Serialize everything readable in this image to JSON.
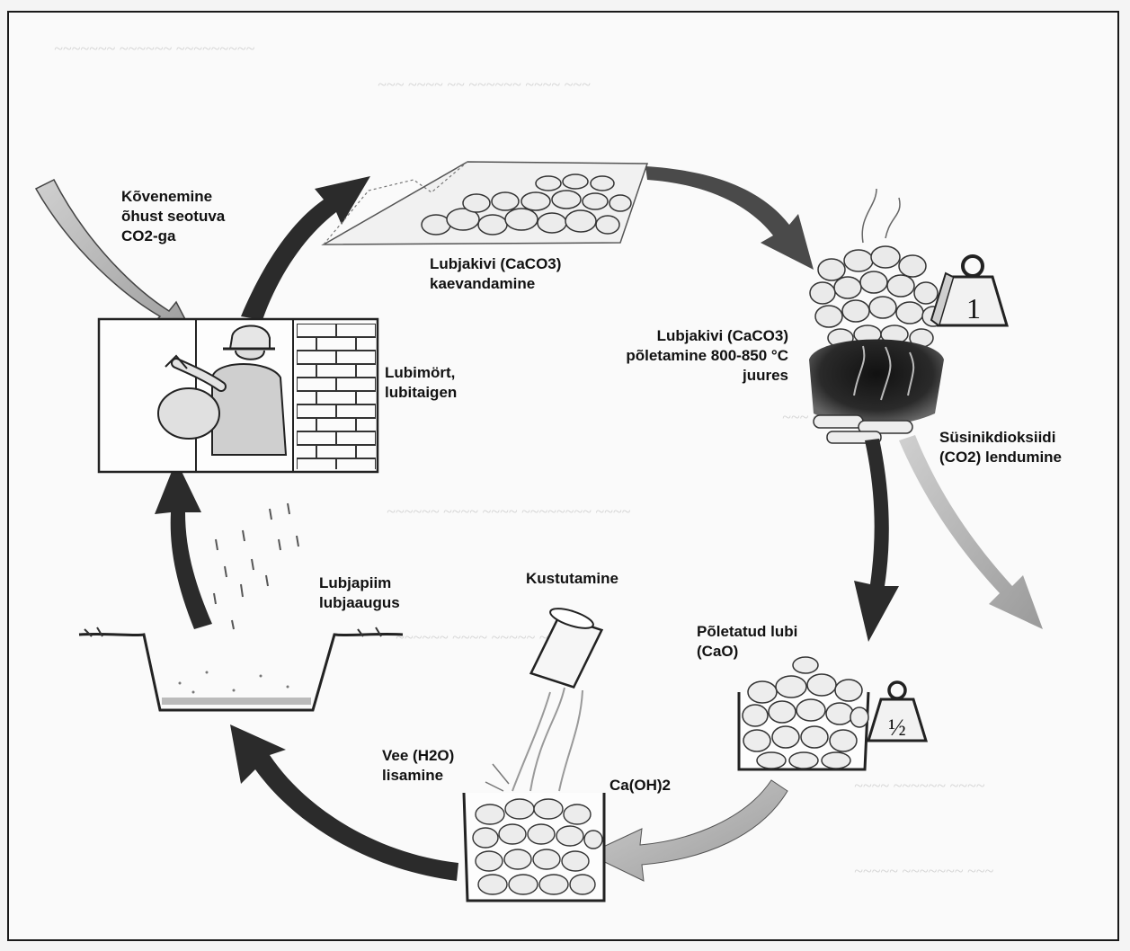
{
  "diagram": {
    "labels": {
      "hardening": [
        "Kõvenemine",
        "õhust seotuva",
        "CO2-ga"
      ],
      "mining": [
        "Lubjakivi (CaCO3)",
        "kaevandamine"
      ],
      "burning": [
        "Lubjakivi (CaCO3)",
        "põletamine 800-850 °C",
        "juures"
      ],
      "co2_release": [
        "Süsinikdioksiidi",
        "(CO2) lendumine"
      ],
      "mortar": [
        "Lubimört,",
        "lubitaigen"
      ],
      "lime_pit": [
        "Lubjapiim",
        "lubjaaugus"
      ],
      "slaking": "Kustutamine",
      "burnt_lime": [
        "Põletatud lubi",
        "(CaO)"
      ],
      "water": [
        "Vee (H2O)",
        "lisamine"
      ],
      "hydroxide": "Ca(OH)2"
    },
    "weights": {
      "full": "1",
      "half": "½"
    },
    "colors": {
      "arrow_dark": "#2b2b2b",
      "arrow_grey": "#8f8f8f",
      "stone_fill": "#e9e9e9",
      "line": "#222222"
    }
  }
}
